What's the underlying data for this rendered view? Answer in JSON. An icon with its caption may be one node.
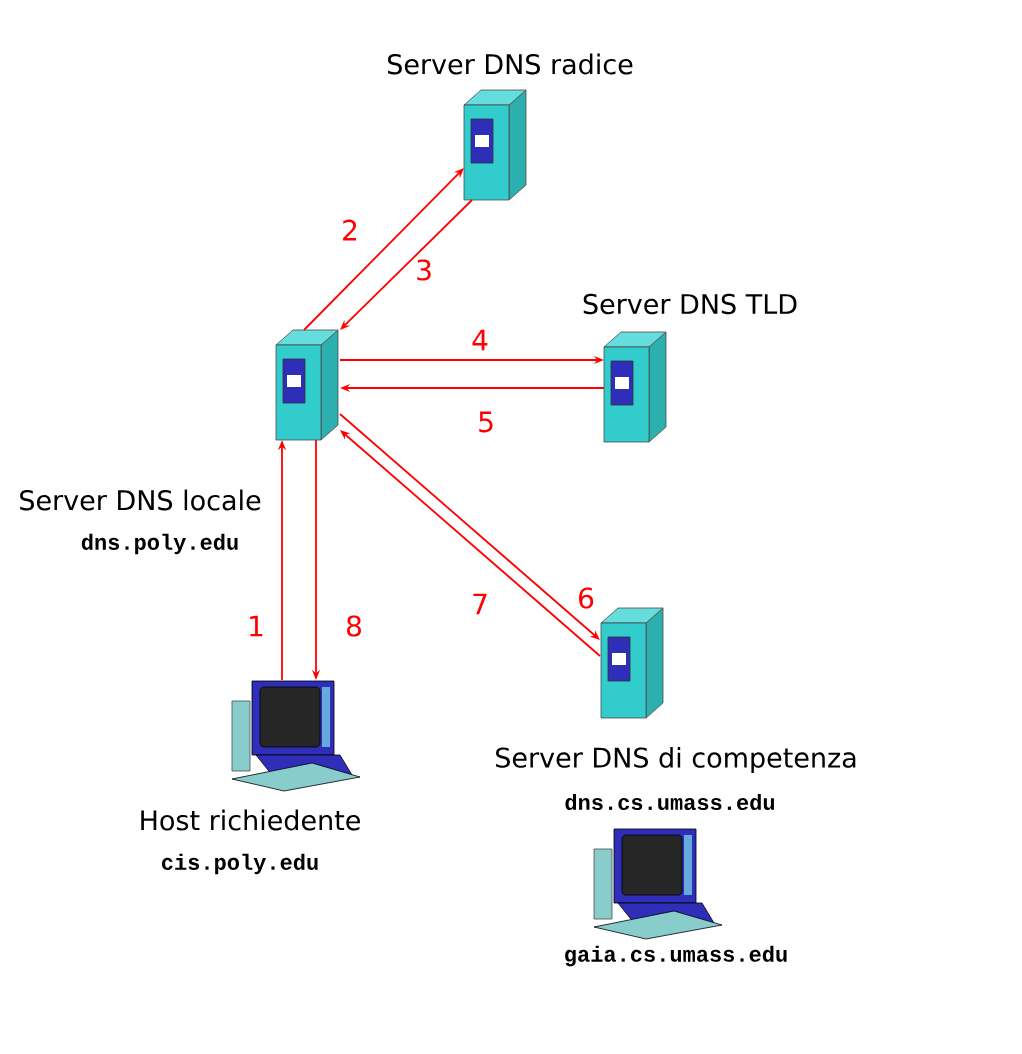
{
  "diagram": {
    "nodes": [
      {
        "text": [],
        "shape": "server",
        "beside": [
          "Server DNS radice"
        ]
      },
      {
        "text": [],
        "shape": "server",
        "beside": [
          "Server DNS locale",
          "dns.poly.edu"
        ]
      },
      {
        "text": [],
        "shape": "server",
        "beside": [
          "Server DNS TLD"
        ]
      },
      {
        "text": [],
        "shape": "computer",
        "beside": [
          "Host richiedente",
          "cis.poly.edu"
        ]
      },
      {
        "text": [],
        "shape": "server",
        "beside": [
          "Server DNS di competenza",
          "dns.cs.umass.edu"
        ]
      },
      {
        "text": [],
        "shape": "computer",
        "beside": [
          "gaia.cs.umass.edu"
        ]
      }
    ],
    "edges": [
      {
        "from": 3,
        "to": 1,
        "arrow": "to",
        "label": "1"
      },
      {
        "from": 1,
        "to": 0,
        "arrow": "to",
        "label": "2"
      },
      {
        "from": 0,
        "to": 1,
        "arrow": "to",
        "label": "3"
      },
      {
        "from": 1,
        "to": 2,
        "arrow": "to",
        "label": "4"
      },
      {
        "from": 2,
        "to": 1,
        "arrow": "to",
        "label": "5"
      },
      {
        "from": 1,
        "to": 4,
        "arrow": "to",
        "label": "6"
      },
      {
        "from": 4,
        "to": 1,
        "arrow": "to",
        "label": "7"
      },
      {
        "from": 1,
        "to": 3,
        "arrow": "to",
        "label": "8"
      }
    ]
  }
}
